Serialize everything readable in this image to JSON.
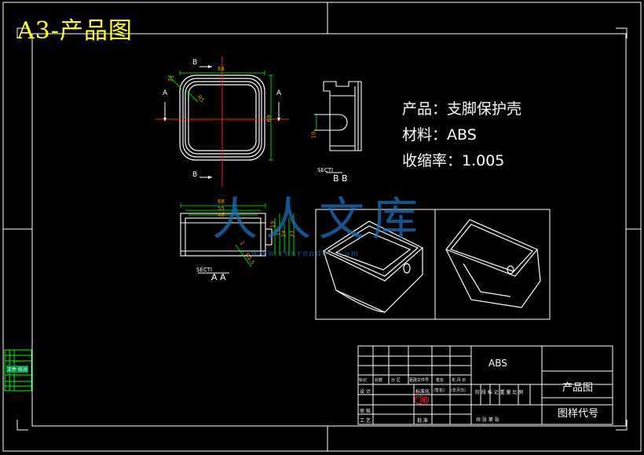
{
  "sheet": {
    "title": "A3-产品图"
  },
  "product_spec": {
    "product_line": "产品：支脚保护壳",
    "material_line": "材料：ABS",
    "shrink_line": "收缩率：1.005"
  },
  "top_view": {
    "label_b": "B",
    "label_a": "A",
    "dims": [
      "68",
      "55",
      "R5",
      "68"
    ]
  },
  "side_view": {
    "section_label": "SECTI",
    "section_name": "B B",
    "dim_hole": "10"
  },
  "front_section": {
    "section_label": "SECTI",
    "section_name": "A A",
    "dims": [
      "68",
      "55",
      "46",
      "15",
      "13",
      "24",
      "27",
      "1",
      "R1.5"
    ]
  },
  "watermark": {
    "text": "人人文库",
    "url": "www.renrendoc.com"
  },
  "title_block": {
    "material": "ABS",
    "drawing_name": "产品图",
    "drawing_code": "图样代号",
    "stage_row": "阶 段 标 记   重 量   比 例",
    "sheet_row": "共   张    第   张",
    "row_headers": [
      "标记",
      "处数",
      "分 区",
      "更改文件号",
      "签名",
      "年.月.日"
    ],
    "designer": "设 计",
    "standard": "标准化",
    "sign": "(签名)",
    "date": "(年月日)",
    "review": "审 核",
    "process": "工 艺",
    "approve": "批 准"
  },
  "sidebar": {
    "label": "文件 校对"
  },
  "colors": {
    "background": "#000000",
    "frame": "#ffffff",
    "title": "#ffff33",
    "part_outline": "#ffffff",
    "dimension": "#00ff00",
    "center_line": "#ff2020",
    "dim_text": "#e8a000",
    "watermark": "#1e6fb8",
    "sidebar_fill": "#009a44"
  }
}
